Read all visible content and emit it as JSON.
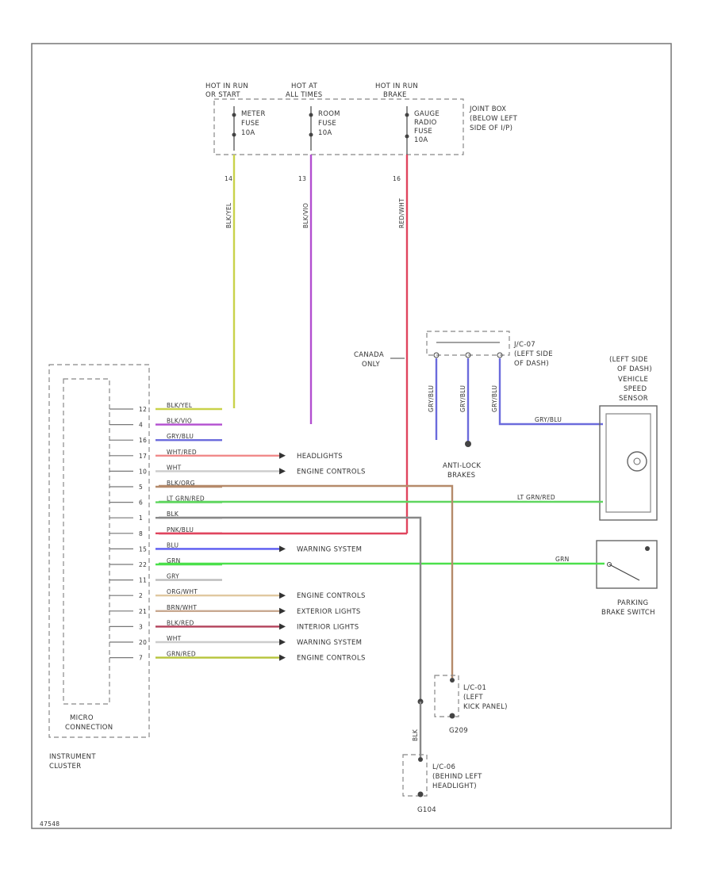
{
  "fuse_headers": [
    {
      "line1": "HOT IN RUN",
      "line2": "OR START"
    },
    {
      "line1": "HOT AT",
      "line2": "ALL TIMES"
    },
    {
      "line1": "HOT IN RUN",
      "line2": "BRAKE"
    }
  ],
  "fuses": [
    {
      "l1": "METER",
      "l2": "FUSE",
      "l3": "10A",
      "circuit": "14",
      "wire": "BLK/YEL",
      "color": "#c9d24a"
    },
    {
      "l1": "ROOM",
      "l2": "FUSE",
      "l3": "10A",
      "circuit": "13",
      "wire": "BLK/VIO",
      "color": "#b24fd0"
    },
    {
      "l1": "GAUGE",
      "l2": "RADIO",
      "l3": "FUSE",
      "l4": "10A",
      "circuit": "16",
      "wire": "RED/WHT",
      "color": "#e0455e"
    }
  ],
  "joint_box": {
    "l1": "JOINT BOX",
    "l2": "(BELOW LEFT",
    "l3": "SIDE OF I/P)"
  },
  "jc_note": {
    "l1": "CANADA",
    "l2": "ONLY"
  },
  "j_c": {
    "l1": "J/C-07",
    "l2": "(LEFT SIDE",
    "l3": "OF DASH)"
  },
  "anti_lock": {
    "l1": "ANTI-LOCK",
    "l2": "BRAKES"
  },
  "speed_sensor": {
    "l1": "(LEFT SIDE",
    "l2": "OF DASH)",
    "l3": "VEHICLE",
    "l4": "SPEED",
    "l5": "SENSOR"
  },
  "parking": {
    "l1": "PARKING",
    "l2": "BRAKE SWITCH"
  },
  "sensor_wire": "GRY/BLU",
  "sensor_wire2": "LT GRN/RED",
  "brake_wire": "GRN",
  "cluster": {
    "l1": "MICRO",
    "l2": "CONNECTION",
    "l3": "INSTRUMENT",
    "l4": "CLUSTER"
  },
  "ground_1": {
    "l1": "L/C-01",
    "l2": "(LEFT",
    "l3": "KICK PANEL)",
    "name": "G209"
  },
  "ground_2": {
    "l1": "L/C-06",
    "l2": "(BEHIND LEFT",
    "l3": "HEADLIGHT)",
    "name": "G104"
  },
  "ground_wire": "BLK",
  "page_code": "47548",
  "rows": [
    {
      "pin": "12",
      "wire": "BLK/YEL",
      "color": "#c9d24a"
    },
    {
      "pin": "4",
      "wire": "BLK/VIO",
      "color": "#b24fd0"
    },
    {
      "pin": "16",
      "wire": "GRY/BLU",
      "color": "#6b6bdc"
    },
    {
      "pin": "17",
      "wire": "WHT/RED",
      "color": "#f08a8a",
      "dest": "HEADLIGHTS"
    },
    {
      "pin": "10",
      "wire": "WHT",
      "color": "#cccccc",
      "dest": "ENGINE CONTROLS"
    },
    {
      "pin": "5",
      "wire": "BLK/ORG",
      "color": "#b58a6a"
    },
    {
      "pin": "6",
      "wire": "LT GRN/RED",
      "color": "#5fd65f"
    },
    {
      "pin": "1",
      "wire": "BLK",
      "color": "#888888"
    },
    {
      "pin": "8",
      "wire": "PNK/BLU",
      "color": "#e0455e"
    },
    {
      "pin": "15",
      "wire": "BLU",
      "color": "#5a5af0",
      "dest": "WARNING SYSTEM"
    },
    {
      "pin": "22",
      "wire": "GRN",
      "color": "#4be04b"
    },
    {
      "pin": "11",
      "wire": "GRY",
      "color": "#bbbbbb"
    },
    {
      "pin": "2",
      "wire": "ORG/WHT",
      "color": "#e0c8a0",
      "dest": "ENGINE CONTROLS"
    },
    {
      "pin": "21",
      "wire": "BRN/WHT",
      "color": "#c8a890",
      "dest": "EXTERIOR LIGHTS"
    },
    {
      "pin": "3",
      "wire": "BLK/RED",
      "color": "#b2405a",
      "dest": "INTERIOR LIGHTS"
    },
    {
      "pin": "20",
      "wire": "WHT",
      "color": "#cccccc",
      "dest": "WARNING SYSTEM"
    },
    {
      "pin": "7",
      "wire": "GRN/RED",
      "color": "#b6c43a",
      "dest": "ENGINE CONTROLS"
    }
  ]
}
